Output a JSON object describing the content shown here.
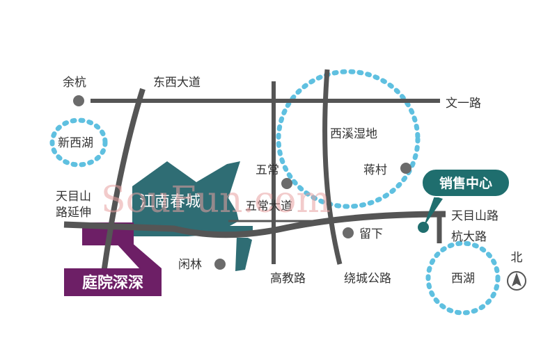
{
  "map": {
    "colors": {
      "background": "#ffffff",
      "road": "#555555",
      "water_ring": "#5fc0e0",
      "district": "#2f6d74",
      "project_block": "#6d1f66",
      "sales_center": "#1f6e6e",
      "label_text": "#333333",
      "watermark": "#e8a0a0"
    },
    "roads": {
      "dongxi_dadao": "东西大道",
      "wenyi_lu": "文一路",
      "tianmushan_lu_yanshen_line1": "天目山",
      "tianmushan_lu_yanshen_line2": "路延伸",
      "wuchang_dadao": "五常大道",
      "tianmushan_lu": "天目山路",
      "hangda_lu": "杭大路",
      "gaojiao_lu": "高教路",
      "raocheng_gonglu": "绕城公路"
    },
    "places": {
      "yuhang": "余杭",
      "xinxihu": "新西湖",
      "xixi_shidi": "西溪湿地",
      "wuchang": "五常",
      "jiangcun": "蒋村",
      "liuxia": "留下",
      "xianlin": "闲林",
      "xihu": "西湖"
    },
    "district_label": "江南春城",
    "project_label": "庭院深深",
    "sales_center_label": "销售中心",
    "north_label": "北",
    "watermark": "SouFun.com"
  }
}
